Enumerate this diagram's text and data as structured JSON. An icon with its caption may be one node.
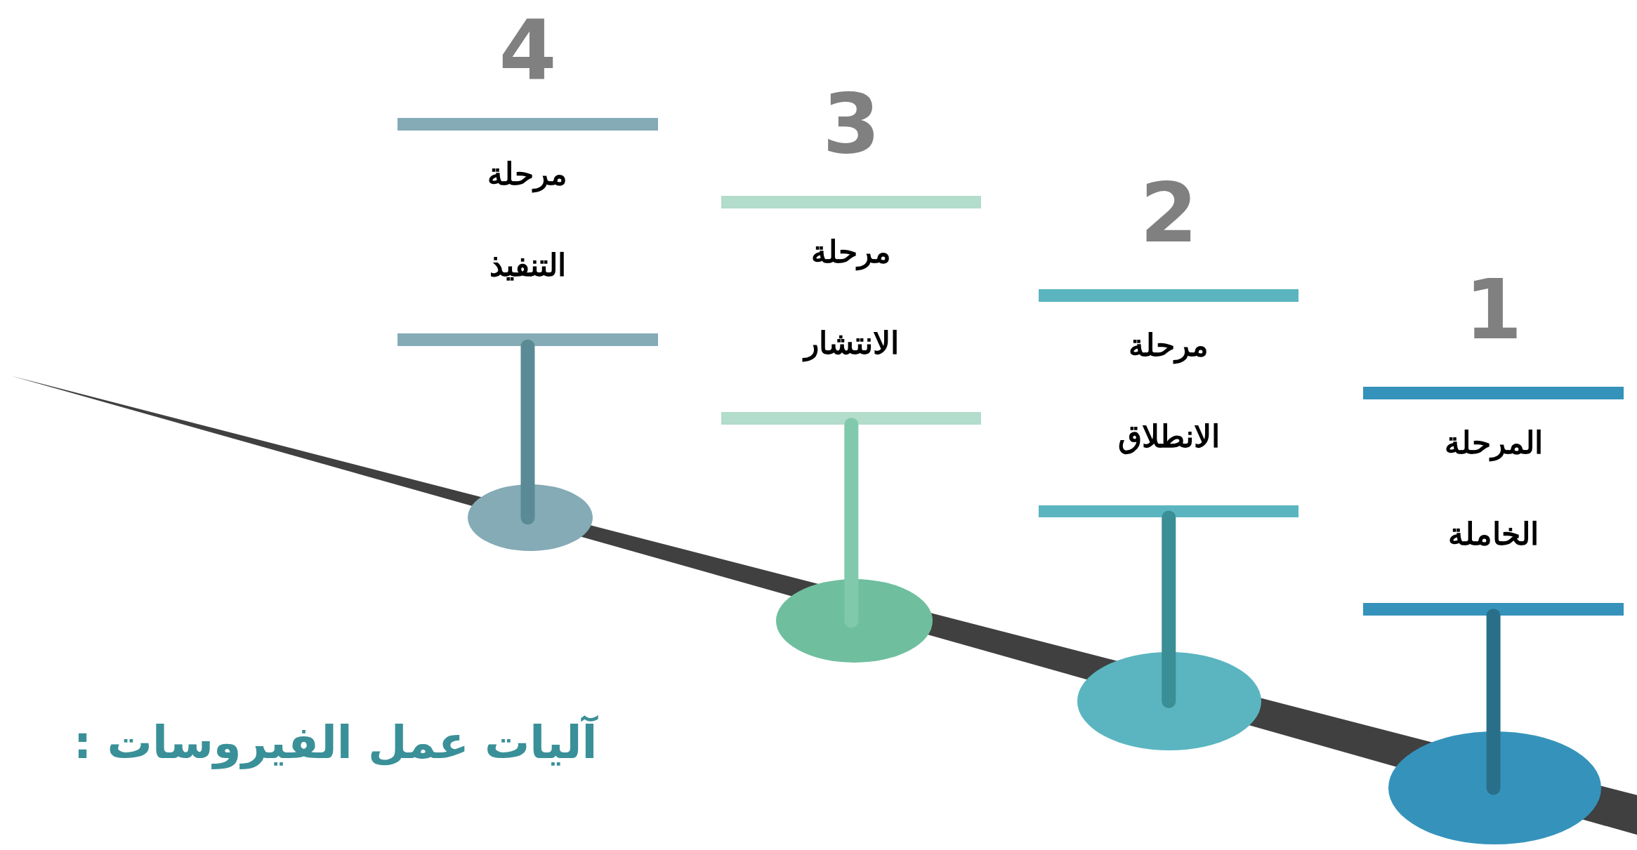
{
  "diagram": {
    "title": "آليات عمل الفيروسات :",
    "nodes": [
      {
        "text": [
          "1",
          "المرحلة الخاملة"
        ]
      },
      {
        "text": [
          "2",
          "مرحلة الانطلاق"
        ]
      },
      {
        "text": [
          "3",
          "مرحلة الانتشار"
        ]
      },
      {
        "text": [
          "4",
          "مرحلة التنفيذ"
        ]
      },
      {
        "text": [],
        "shape": "ellipse"
      },
      {
        "text": [],
        "shape": "ellipse"
      },
      {
        "text": [],
        "shape": "ellipse"
      },
      {
        "text": [],
        "shape": "ellipse"
      }
    ],
    "edges": [
      {
        "from": 0,
        "to": 4,
        "arrow": "none",
        "color": "#2a6f8a"
      },
      {
        "from": 1,
        "to": 5,
        "arrow": "none",
        "color": "#3a8e96"
      },
      {
        "from": 2,
        "to": 6,
        "arrow": "none",
        "color": "#80c9ad"
      },
      {
        "from": 3,
        "to": 7,
        "arrow": "none",
        "color": "#5a8a96"
      }
    ]
  }
}
